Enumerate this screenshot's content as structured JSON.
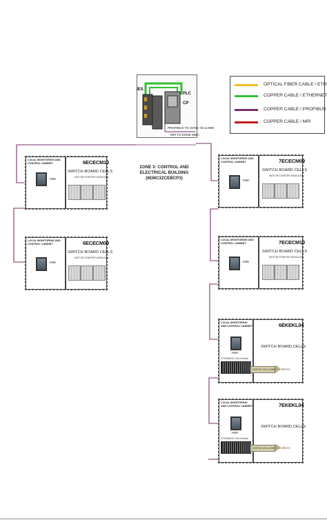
{
  "legend": {
    "items": [
      {
        "label": "OPTICAL FIBER CABLE / ETHERNET",
        "color": "#f0c020"
      },
      {
        "label": "COPPER CABLE / ETHERNET",
        "color": "#30c030"
      },
      {
        "label": "COPPER CABLE / PROFIBUS",
        "color": "#7a2e68"
      },
      {
        "label": "COPPER CABLE / MPI",
        "color": "#c01818"
      }
    ]
  },
  "top_device": {
    "ies_tag": "IES",
    "plc_tag": "PLC",
    "cp_tag": "CP",
    "note_profibus": "PROFIBUS TO ZONE 3/4 & MMI",
    "note_mpi": "MPI TO ZONE MMA"
  },
  "zone": {
    "line1": "ZONE 3: CONTROL AND ELECTRICAL BUILDING",
    "line2": "(6EMC3ZCEBCP3)"
  },
  "cabinet_common": {
    "lmc_label": "LOCAL MONITORING AND CONTROL CABINET",
    "hmi": "HMI",
    "sb_name": "SWITCH BOARD CELLS",
    "motor_note": "MOTOR STARTER MODULES",
    "io_module": "ET200M/CD I/Os Module",
    "io_arrow": "DIGITAL I/Os & ANALOG INPUTS"
  },
  "cabinets": [
    {
      "id": "6ECECM10"
    },
    {
      "id": "6ECECM09"
    },
    {
      "id": "7ECECM09"
    },
    {
      "id": "7ECECM10"
    },
    {
      "id": "6EKEKL04"
    },
    {
      "id": "7EKEKL04"
    }
  ]
}
